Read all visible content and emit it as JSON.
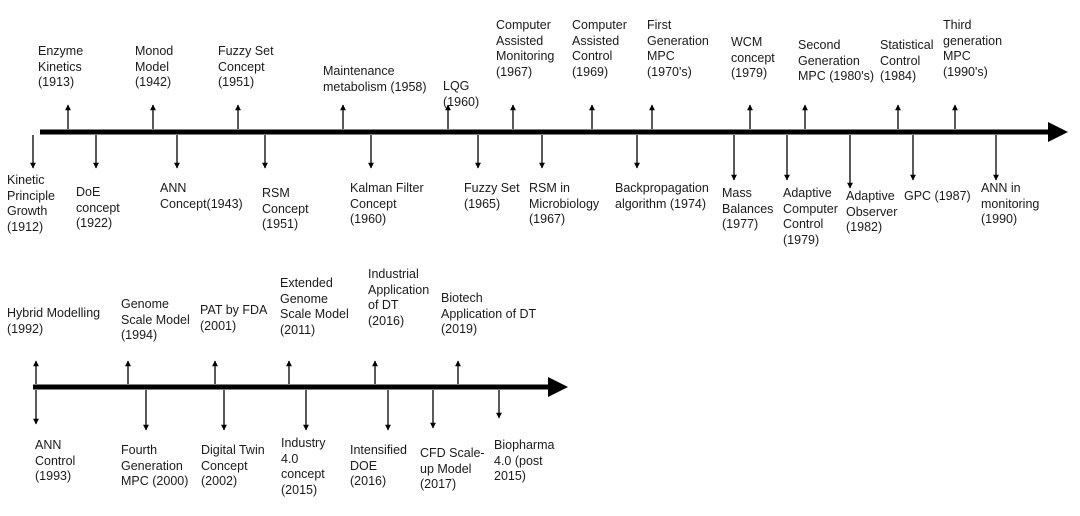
{
  "timeline_1": {
    "above": [
      {
        "text": "Enzyme\nKinetics\n(1913)"
      },
      {
        "text": "Monod\nModel\n(1942)"
      },
      {
        "text": "Fuzzy Set\nConcept\n(1951)"
      },
      {
        "text": "Maintenance\nmetabolism (1958)"
      },
      {
        "text": "LQG\n(1960)"
      },
      {
        "text": "Computer\nAssisted\nMonitoring\n(1967)"
      },
      {
        "text": "Computer\nAssisted\nControl\n(1969)"
      },
      {
        "text": "First\nGeneration\nMPC\n(1970's)"
      },
      {
        "text": "WCM\nconcept\n(1979)"
      },
      {
        "text": "Second\nGeneration\nMPC (1980's)"
      },
      {
        "text": "Statistical\nControl\n(1984)"
      },
      {
        "text": "Third\ngeneration\nMPC\n(1990's)"
      }
    ],
    "below": [
      {
        "text": "Kinetic\nPrinciple\nGrowth\n(1912)"
      },
      {
        "text": "DoE\nconcept\n(1922)"
      },
      {
        "text": "ANN\nConcept(1943)"
      },
      {
        "text": "RSM\nConcept\n(1951)"
      },
      {
        "text": "Kalman Filter\nConcept\n(1960)"
      },
      {
        "text": "Fuzzy Set\n(1965)"
      },
      {
        "text": "RSM in\nMicrobiology\n(1967)"
      },
      {
        "text": "Backpropagation\nalgorithm (1974)"
      },
      {
        "text": "Mass\nBalances\n(1977)"
      },
      {
        "text": "Adaptive\nComputer\nControl\n(1979)"
      },
      {
        "text": "Adaptive\nObserver\n(1982)"
      },
      {
        "text": "GPC (1987)"
      },
      {
        "text": "ANN in\nmonitoring\n(1990)"
      }
    ]
  },
  "timeline_2": {
    "above": [
      {
        "text": "Hybrid Modelling\n(1992)"
      },
      {
        "text": "Genome\nScale Model\n(1994)"
      },
      {
        "text": "PAT by FDA\n(2001)"
      },
      {
        "text": "Extended\nGenome\nScale Model\n(2011)"
      },
      {
        "text": "Industrial\nApplication\nof DT\n(2016)"
      },
      {
        "text": "Biotech\nApplication of DT\n(2019)"
      }
    ],
    "below": [
      {
        "text": "ANN\nControl\n(1993)"
      },
      {
        "text": "Fourth\nGeneration\nMPC (2000)"
      },
      {
        "text": "Digital Twin\nConcept\n(2002)"
      },
      {
        "text": "Industry\n4.0\nconcept\n(2015)"
      },
      {
        "text": "Intensified\nDOE\n(2016)"
      },
      {
        "text": "CFD Scale-\nup Model\n(2017)"
      },
      {
        "text": "Biopharma\n4.0 (post\n2015)"
      }
    ]
  }
}
